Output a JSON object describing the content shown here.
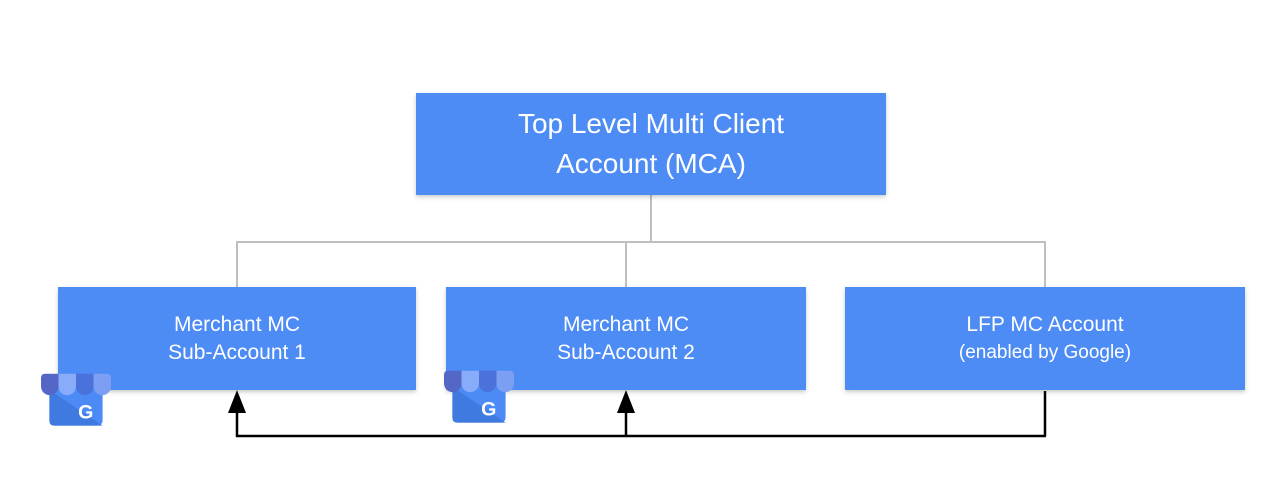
{
  "colors": {
    "box_blue": "#4d8bf5",
    "connector_gray": "#bfbfbf",
    "arrow_black": "#000000",
    "text_white": "#ffffff"
  },
  "nodes": {
    "root": {
      "line1": "Top Level Multi Client",
      "line2": "Account (MCA)"
    },
    "children": [
      {
        "line1": "Merchant MC",
        "line2": "Sub-Account 1",
        "icon": "google-my-business-icon"
      },
      {
        "line1": "Merchant MC",
        "line2": "Sub-Account 2",
        "icon": "google-my-business-icon"
      },
      {
        "line1": "LFP MC Account",
        "line2": "(enabled by Google)",
        "icon": ""
      }
    ]
  },
  "gmb": {
    "letter": "G"
  }
}
